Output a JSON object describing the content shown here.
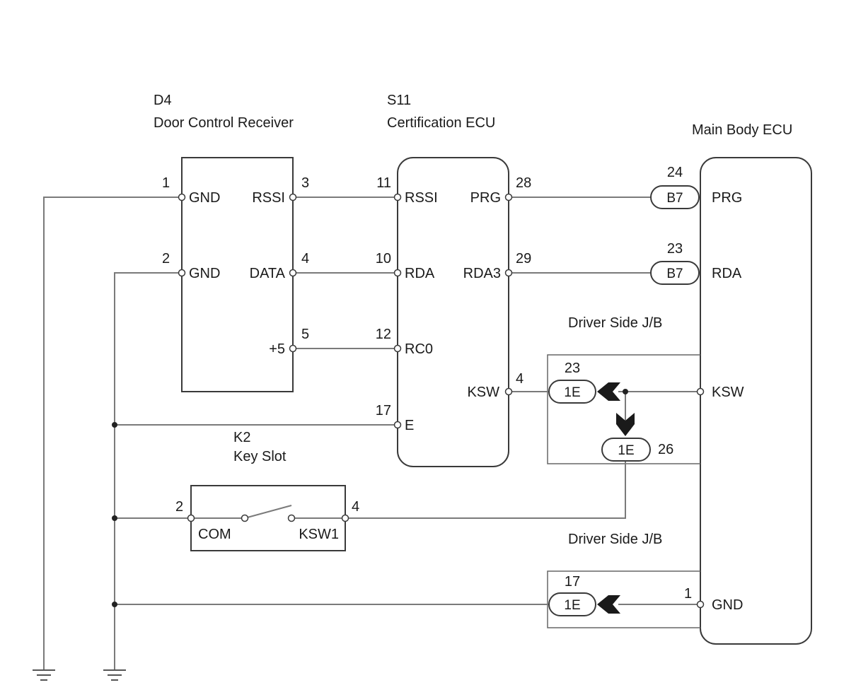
{
  "components": {
    "door_receiver": {
      "code": "D4",
      "name": "Door Control Receiver"
    },
    "cert_ecu": {
      "code": "S11",
      "name": "Certification ECU"
    },
    "main_body_ecu": {
      "name": "Main Body ECU"
    },
    "key_slot": {
      "code": "K2",
      "name": "Key Slot"
    }
  },
  "door_receiver_pins": {
    "gnd1": {
      "num": "1",
      "label": "GND"
    },
    "gnd2": {
      "num": "2",
      "label": "GND"
    },
    "rssi": {
      "num": "3",
      "label": "RSSI"
    },
    "data": {
      "num": "4",
      "label": "DATA"
    },
    "plus5": {
      "num": "5",
      "label": "+5"
    }
  },
  "cert_ecu_pins": {
    "rssi": {
      "num": "11",
      "label": "RSSI"
    },
    "rda": {
      "num": "10",
      "label": "RDA"
    },
    "rc0": {
      "num": "12",
      "label": "RC0"
    },
    "e": {
      "num": "17",
      "label": "E"
    },
    "prg": {
      "num": "28",
      "label": "PRG"
    },
    "rda3": {
      "num": "29",
      "label": "RDA3"
    },
    "ksw": {
      "num": "4",
      "label": "KSW"
    }
  },
  "main_body_pins": {
    "prg": {
      "label": "PRG"
    },
    "rda": {
      "label": "RDA"
    },
    "ksw": {
      "label": "KSW"
    },
    "gnd": {
      "num": "1",
      "label": "GND"
    }
  },
  "connectors": {
    "b7_prg": {
      "label": "B7",
      "num": "24"
    },
    "b7_rda": {
      "label": "B7",
      "num": "23"
    },
    "e1_ksw": {
      "label": "1E",
      "num": "23"
    },
    "e1_down": {
      "label": "1E",
      "num": "26"
    },
    "e1_gnd": {
      "label": "1E",
      "num": "17"
    }
  },
  "junction_blocks": {
    "upper": "Driver Side J/B",
    "lower": "Driver Side J/B"
  },
  "key_slot_pins": {
    "com": {
      "num": "2",
      "label": "COM"
    },
    "ksw1": {
      "num": "4",
      "label": "KSW1"
    }
  }
}
